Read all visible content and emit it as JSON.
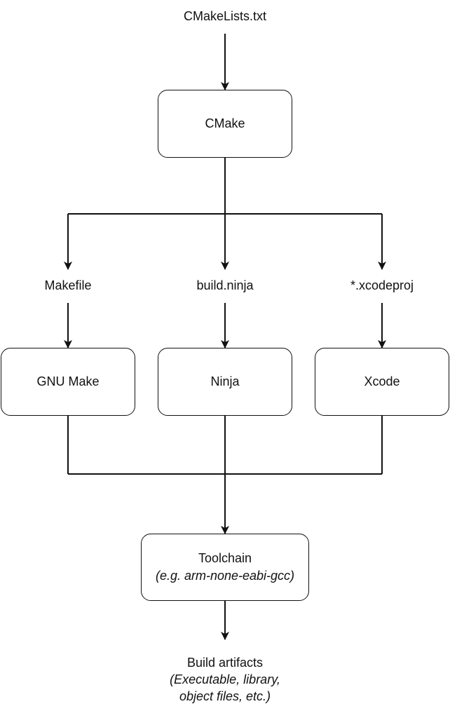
{
  "source_file": "CMakeLists.txt",
  "generator": "CMake",
  "build_files": {
    "makefile": "Makefile",
    "ninja": "build.ninja",
    "xcode": "*.xcodeproj"
  },
  "build_tools": {
    "gnu_make": "GNU Make",
    "ninja": "Ninja",
    "xcode": "Xcode"
  },
  "toolchain": {
    "title": "Toolchain",
    "example": "(e.g. arm-none-eabi-gcc)"
  },
  "output": {
    "title": "Build artifacts",
    "detail_line1": "(Executable, library,",
    "detail_line2": "object files, etc.)"
  },
  "colors": {
    "stroke": "#111111",
    "background": "#ffffff"
  }
}
